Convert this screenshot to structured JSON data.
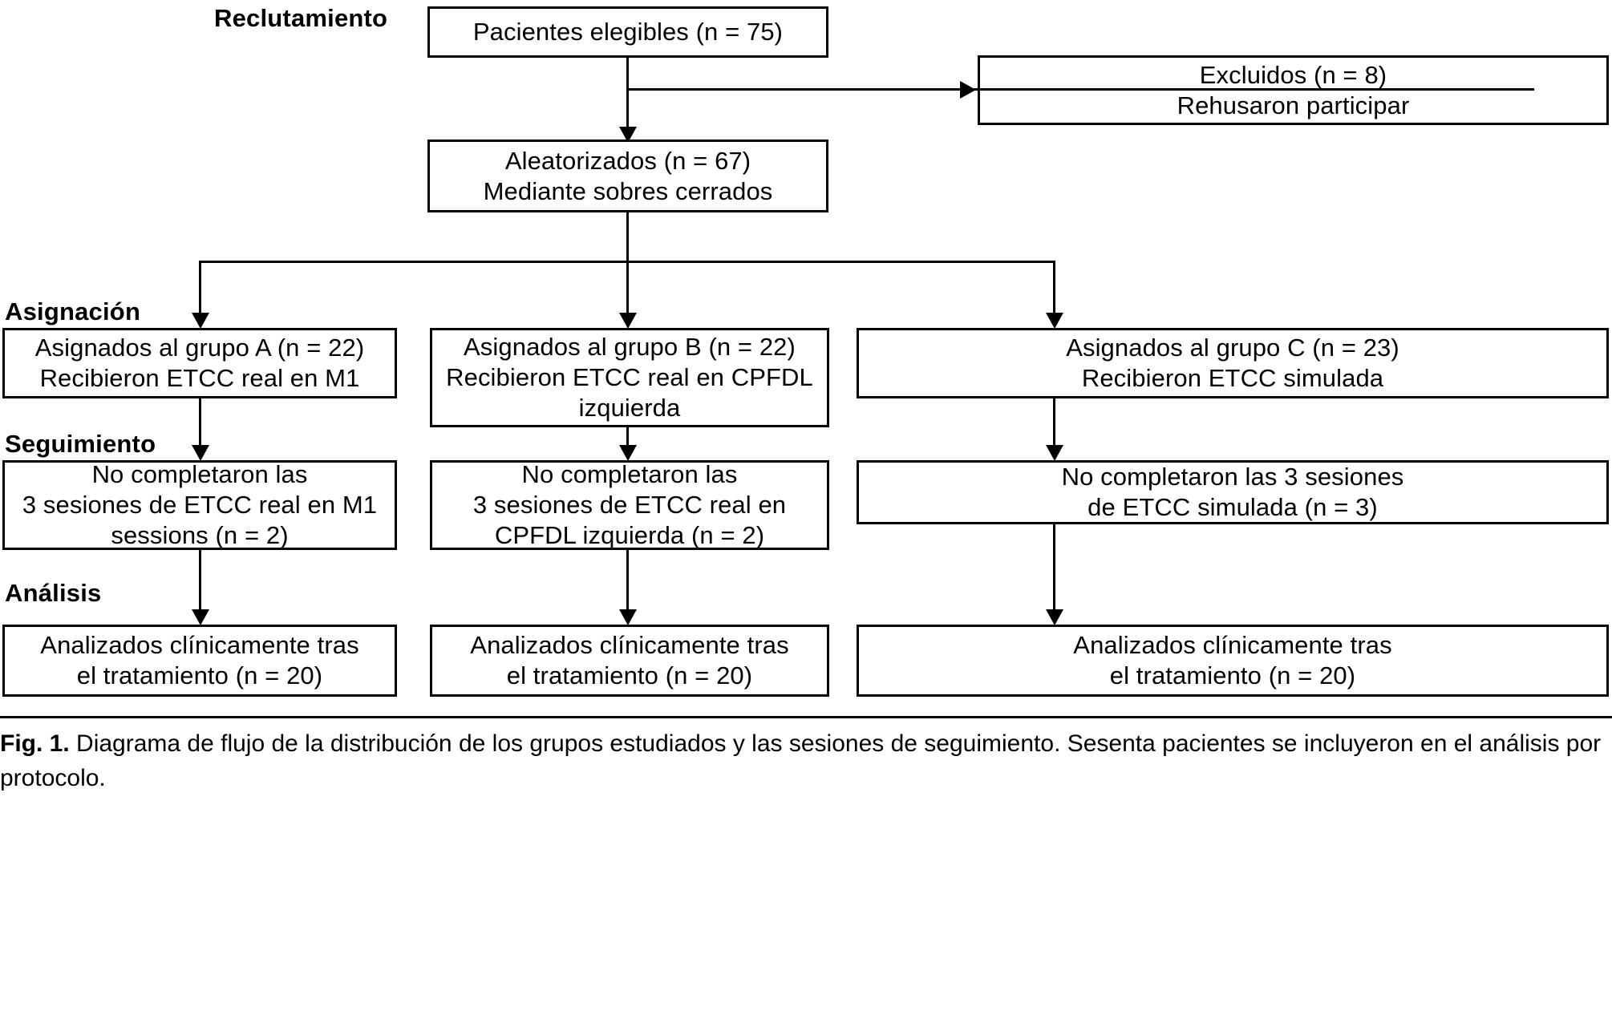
{
  "figure": {
    "stages": [
      {
        "id": "reclutamiento",
        "label": "Reclutamiento"
      },
      {
        "id": "asignacion",
        "label": "Asignación"
      },
      {
        "id": "seguimiento",
        "label": "Seguimiento"
      },
      {
        "id": "analisis",
        "label": "Análisis"
      }
    ],
    "nodes": {
      "eligible": "Pacientes elegibles (n = 75)",
      "excluded": "Excluidos (n = 8)\nRehusaron participar",
      "randomized": "Aleatorizados (n = 67)\nMediante sobres cerrados",
      "group_a": "Asignados al grupo A (n = 22)\nRecibieron ETCC real en M1",
      "group_b": "Asignados al grupo B (n = 22)\nRecibieron ETCC real en CPFDL\nizquierda",
      "group_c": "Asignados al grupo C (n = 23)\nRecibieron ETCC simulada",
      "dropout_a": "No completaron las\n3 sesiones de ETCC real en M1\nsessions (n = 2)",
      "dropout_b": "No completaron las\n3 sesiones de ETCC real en\nCPFDL izquierda (n = 2)",
      "dropout_c": "No completaron las 3 sesiones\nde ETCC simulada (n = 3)",
      "analyzed_a": "Analizados clínicamente tras\nel tratamiento (n = 20)",
      "analyzed_b": "Analizados clínicamente tras\nel tratamiento (n = 20)",
      "analyzed_c": "Analizados clínicamente tras\nel tratamiento (n = 20)"
    },
    "caption": {
      "prefix": "Fig. 1.",
      "text": " Diagrama de flujo de la distribución de los grupos estudiados y las sesiones de seguimiento. Sesenta pacientes se incluyeron en el análisis por protocolo."
    },
    "colors": {
      "stroke": "#000000",
      "background": "#ffffff",
      "text": "#000000"
    },
    "chart_data": {
      "type": "diagram",
      "title": "Diagrama de flujo CONSORT",
      "flow": [
        {
          "from": "eligible",
          "to": "randomized",
          "n": 67
        },
        {
          "from": "eligible",
          "to": "excluded",
          "n": 8
        },
        {
          "from": "randomized",
          "to": "group_a",
          "n": 22
        },
        {
          "from": "randomized",
          "to": "group_b",
          "n": 22
        },
        {
          "from": "randomized",
          "to": "group_c",
          "n": 23
        },
        {
          "from": "group_a",
          "to": "dropout_a",
          "n": 2
        },
        {
          "from": "group_b",
          "to": "dropout_b",
          "n": 2
        },
        {
          "from": "group_c",
          "to": "dropout_c",
          "n": 3
        },
        {
          "from": "dropout_a",
          "to": "analyzed_a",
          "n": 20
        },
        {
          "from": "dropout_b",
          "to": "analyzed_b",
          "n": 20
        },
        {
          "from": "dropout_c",
          "to": "analyzed_c",
          "n": 20
        }
      ]
    }
  }
}
